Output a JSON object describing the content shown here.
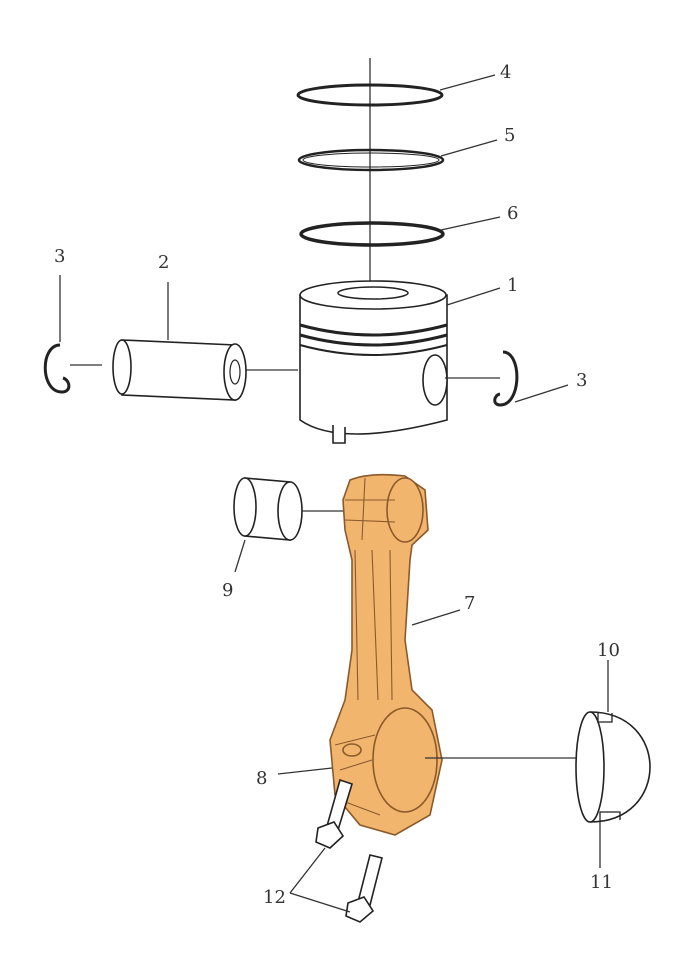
{
  "diagram": {
    "title": "Piston and connecting rod assembly (exploded view)",
    "colors": {
      "rod_fill": "#F2B56E",
      "rod_outline": "#8B5A2B",
      "line": "#222222"
    },
    "callouts": {
      "piston": "1",
      "piston_pin": "2",
      "snap_ring_left": "3",
      "snap_ring_right": "3",
      "ring_top": "4",
      "ring_second": "5",
      "ring_oil": "6",
      "connecting_rod": "7",
      "rod_cap": "8",
      "bushing": "9",
      "bearing_upper": "10",
      "bearing_lower": "11",
      "bolts": "12"
    }
  }
}
